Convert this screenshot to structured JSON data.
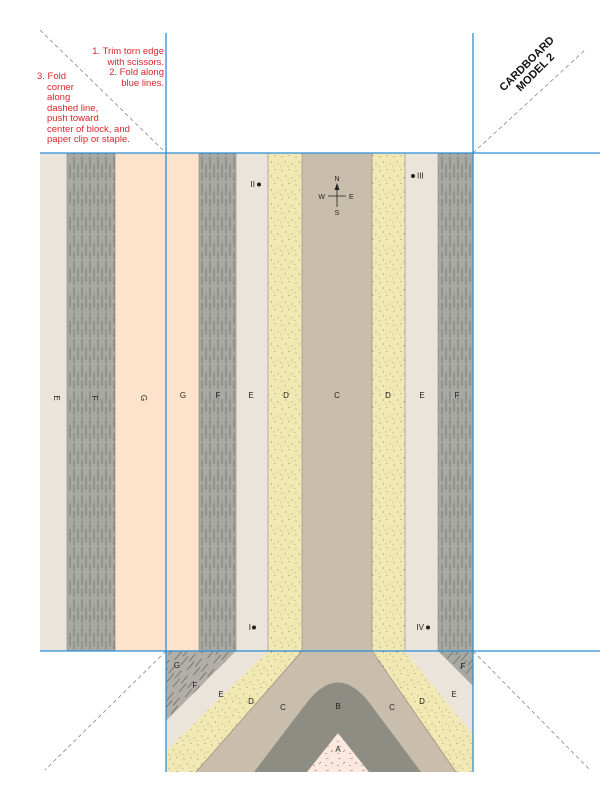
{
  "instructions": {
    "step1": [
      "1. Trim torn edge",
      "with scissors."
    ],
    "step2": [
      "2. Fold along",
      "blue lines."
    ],
    "step3": [
      "3. Fold",
      "corner",
      "along",
      "dashed line,",
      "push toward",
      "center of block, and",
      "paper clip or staple."
    ]
  },
  "model_title": [
    "CARDBOARD",
    "MODEL 2"
  ],
  "compass": {
    "n": "N",
    "s": "S",
    "e": "E",
    "w": "W"
  },
  "wells": {
    "w1": "I",
    "w2": "II",
    "w3": "III",
    "w4": "IV"
  },
  "front_labels": [
    "G",
    "F",
    "E",
    "D",
    "C",
    "D",
    "E",
    "F"
  ],
  "left_labels": [
    "E",
    "F",
    "G"
  ],
  "bottom_labels": {
    "g": "G",
    "f_left": "F",
    "e_left": "E",
    "d_left": "D",
    "c_left": "C",
    "b": "B",
    "a": "A",
    "c_right": "C",
    "d_right": "D",
    "e_right": "E",
    "f_right": "F"
  },
  "colors": {
    "fold_line": "#2b8fd6",
    "instruction_text": "#d8262c",
    "unit_g": "#fde3cb",
    "unit_f": "#a9a9a4",
    "unit_e": "#ebe4da",
    "unit_d": "#f1e8b4",
    "unit_c": "#c9bdac",
    "unit_b": "#8d8d84",
    "unit_a": "#fbe8df"
  }
}
